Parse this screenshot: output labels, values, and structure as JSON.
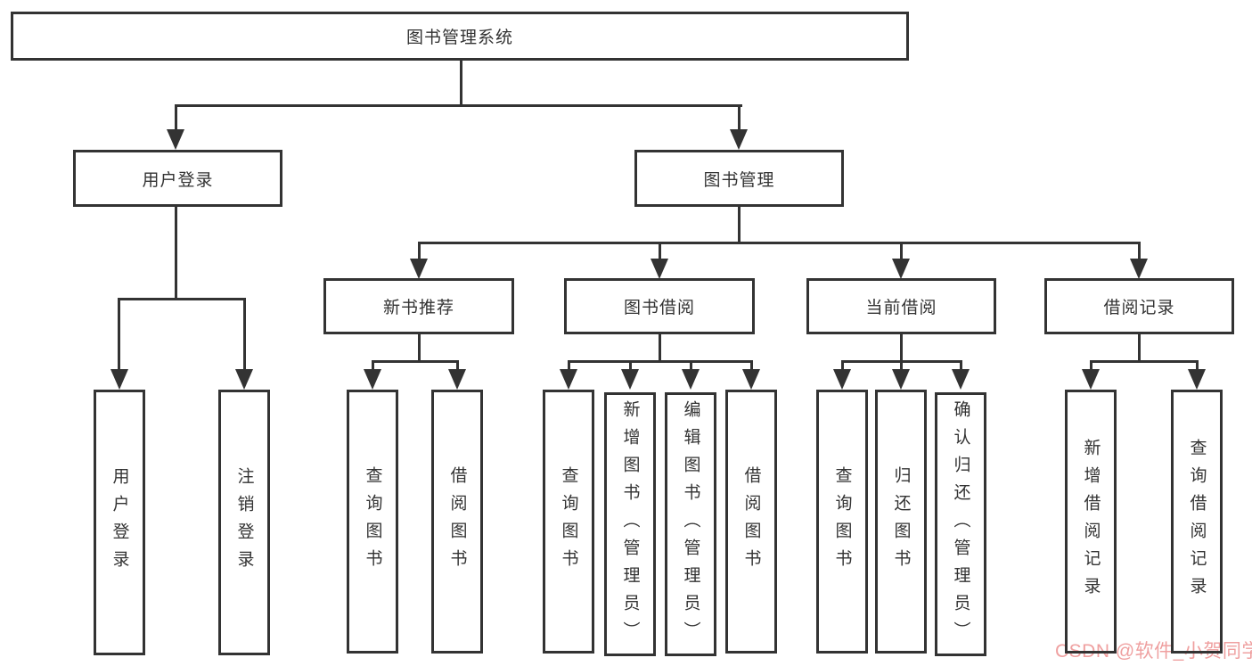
{
  "diagram": {
    "title": "图书管理系统",
    "tree": {
      "root": "图书管理系统",
      "branches": [
        {
          "label": "用户登录",
          "children": [
            "用户登录",
            "注销登录"
          ]
        },
        {
          "label": "图书管理",
          "sections": [
            {
              "label": "新书推荐",
              "children": [
                "查询图书",
                "借阅图书"
              ]
            },
            {
              "label": "图书借阅",
              "children": [
                "查询图书",
                "新增图书（管理员）",
                "编辑图书（管理员）",
                "借阅图书"
              ]
            },
            {
              "label": "当前借阅",
              "children": [
                "查询图书",
                "归还图书",
                "确认归还（管理员）"
              ]
            },
            {
              "label": "借阅记录",
              "children": [
                "新增借阅记录",
                "查询借阅记录"
              ]
            }
          ]
        }
      ]
    },
    "style": {
      "line_color": "#333333",
      "text_color": "#333333",
      "background_color": "#ffffff",
      "watermark_color": "#efa0a0"
    }
  },
  "watermark": {
    "text": "CSDN @软件_小贺同学"
  }
}
